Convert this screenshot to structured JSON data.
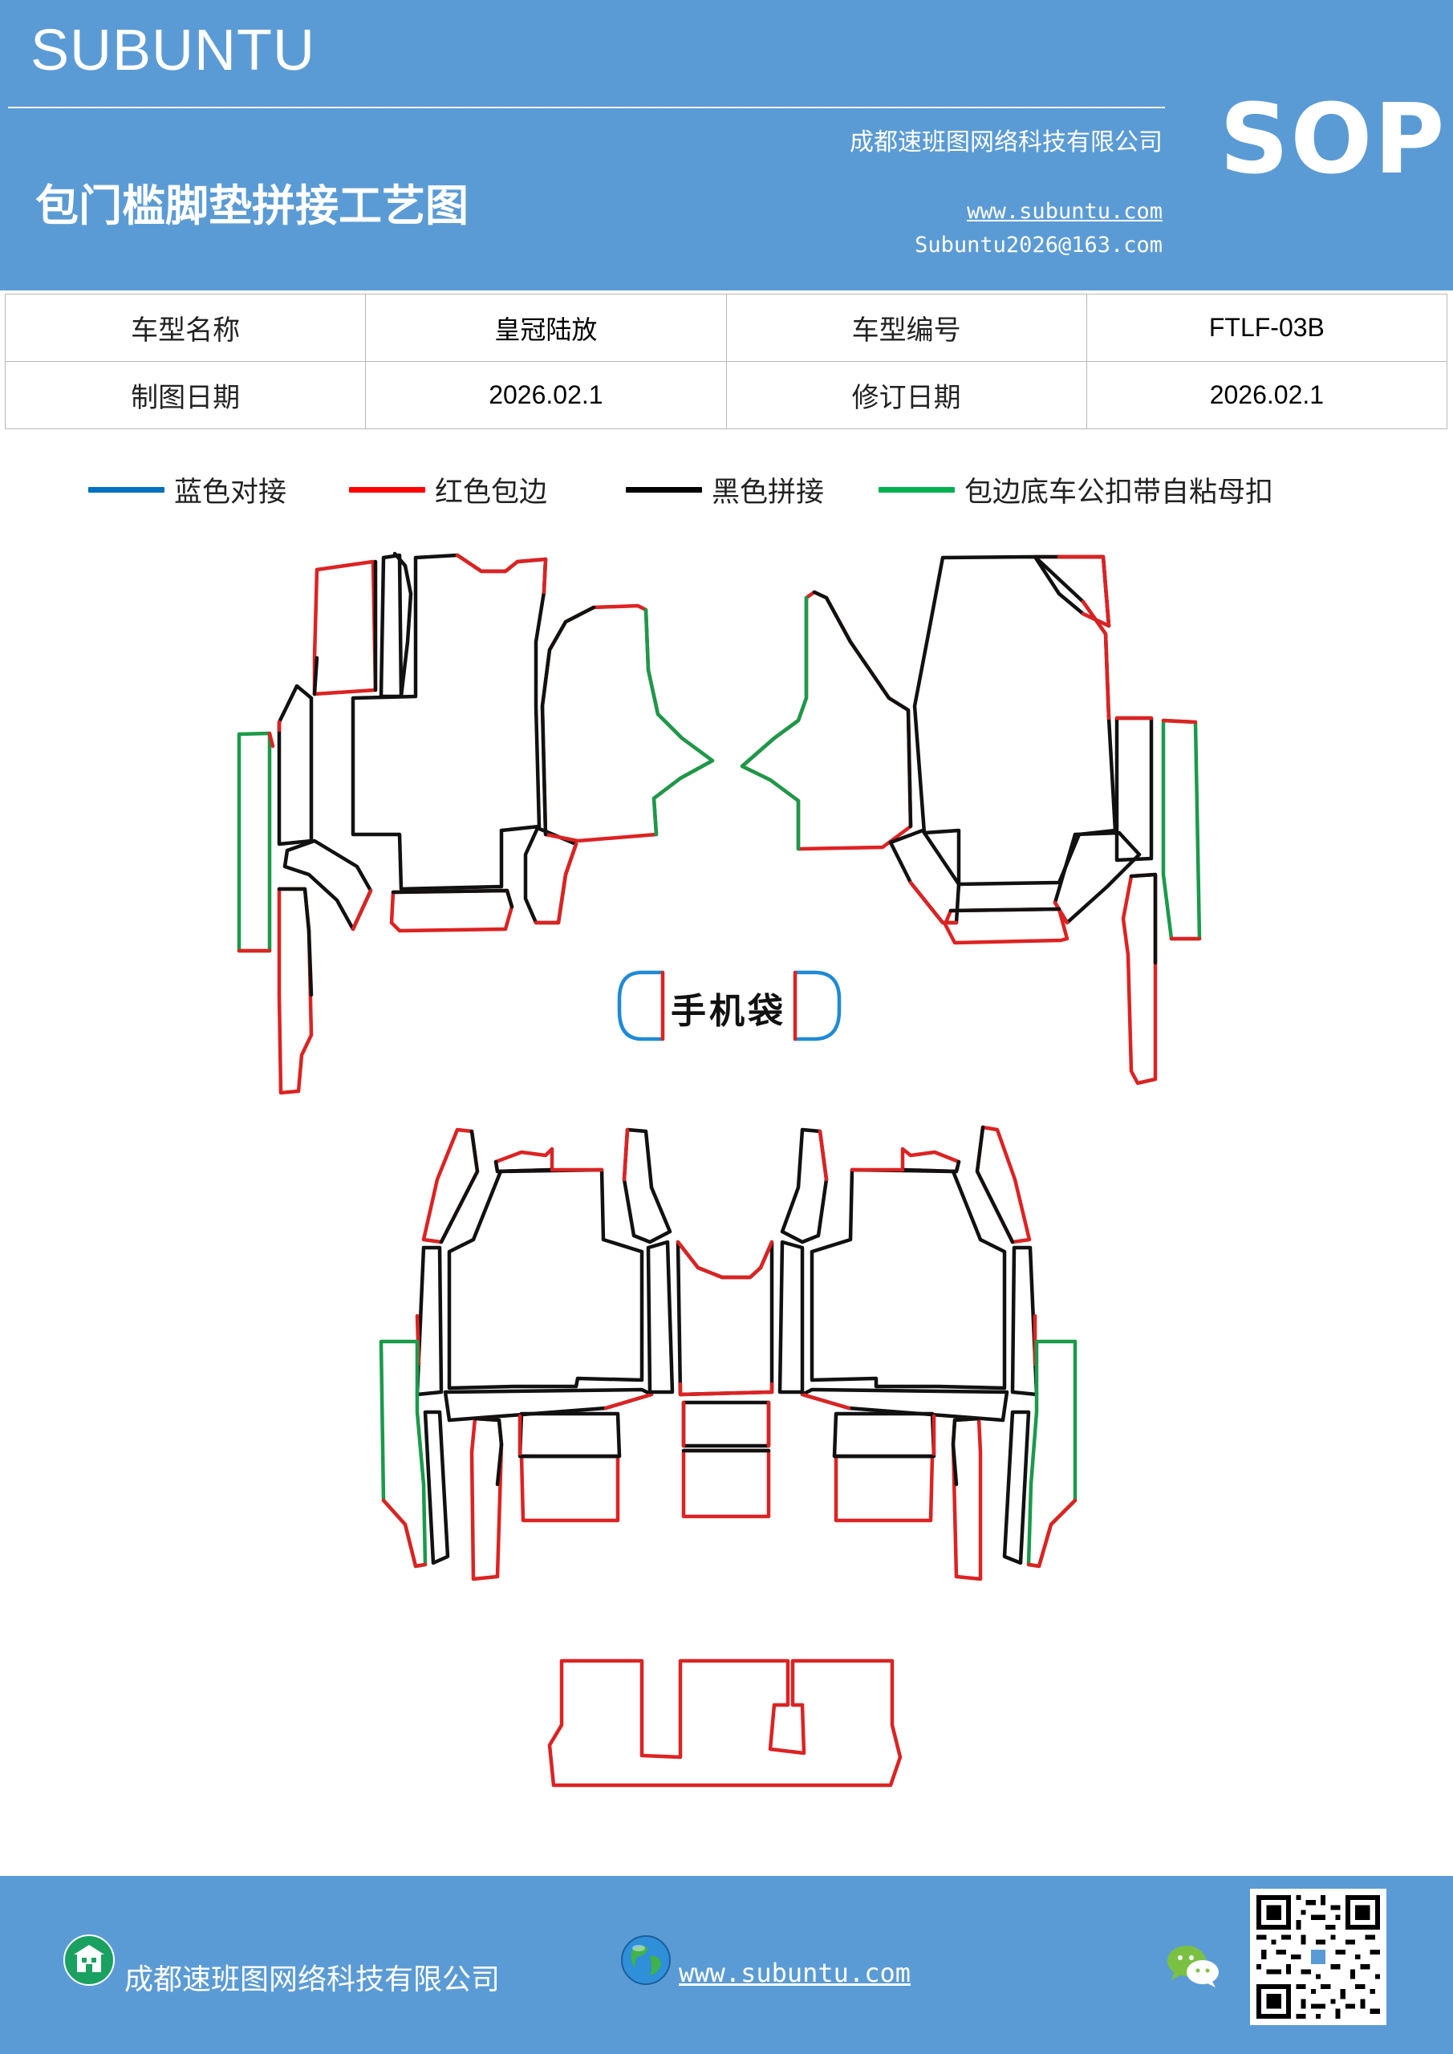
{
  "header": {
    "brand": "SUBUNTU",
    "title": "包门槛脚垫拼接工艺图",
    "company": "成都速班图网络科技有限公司",
    "url": "www.subuntu.com",
    "email": "Subuntu2026@163.com",
    "badge": "SOP",
    "background_color": "#5b9bd5"
  },
  "info_table": {
    "rows": [
      [
        {
          "label": "车型名称",
          "value": "皇冠陆放"
        },
        {
          "label": "车型编号",
          "value": "FTLF-03B"
        }
      ],
      [
        {
          "label": "制图日期",
          "value": "2026.02.1"
        },
        {
          "label": "修订日期",
          "value": "2026.02.1"
        }
      ]
    ]
  },
  "legend": [
    {
      "label": "蓝色对接",
      "color": "#0070c0"
    },
    {
      "label": "红色包边",
      "color": "#ff0000"
    },
    {
      "label": "黑色拼接",
      "color": "#000000"
    },
    {
      "label": "包边底车公扣带自粘母扣",
      "color": "#00b050"
    }
  ],
  "diagram": {
    "phone_pocket_label": "手机袋",
    "stroke_colors": {
      "black": "#111111",
      "red": "#dd2222",
      "green": "#1a9a4a",
      "blue": "#1f8ad6"
    }
  },
  "footer": {
    "company": "成都速班图网络科技有限公司",
    "url": "www.subuntu.com",
    "icons": [
      "building-icon",
      "globe-icon",
      "wechat-icon",
      "qr-code"
    ]
  }
}
